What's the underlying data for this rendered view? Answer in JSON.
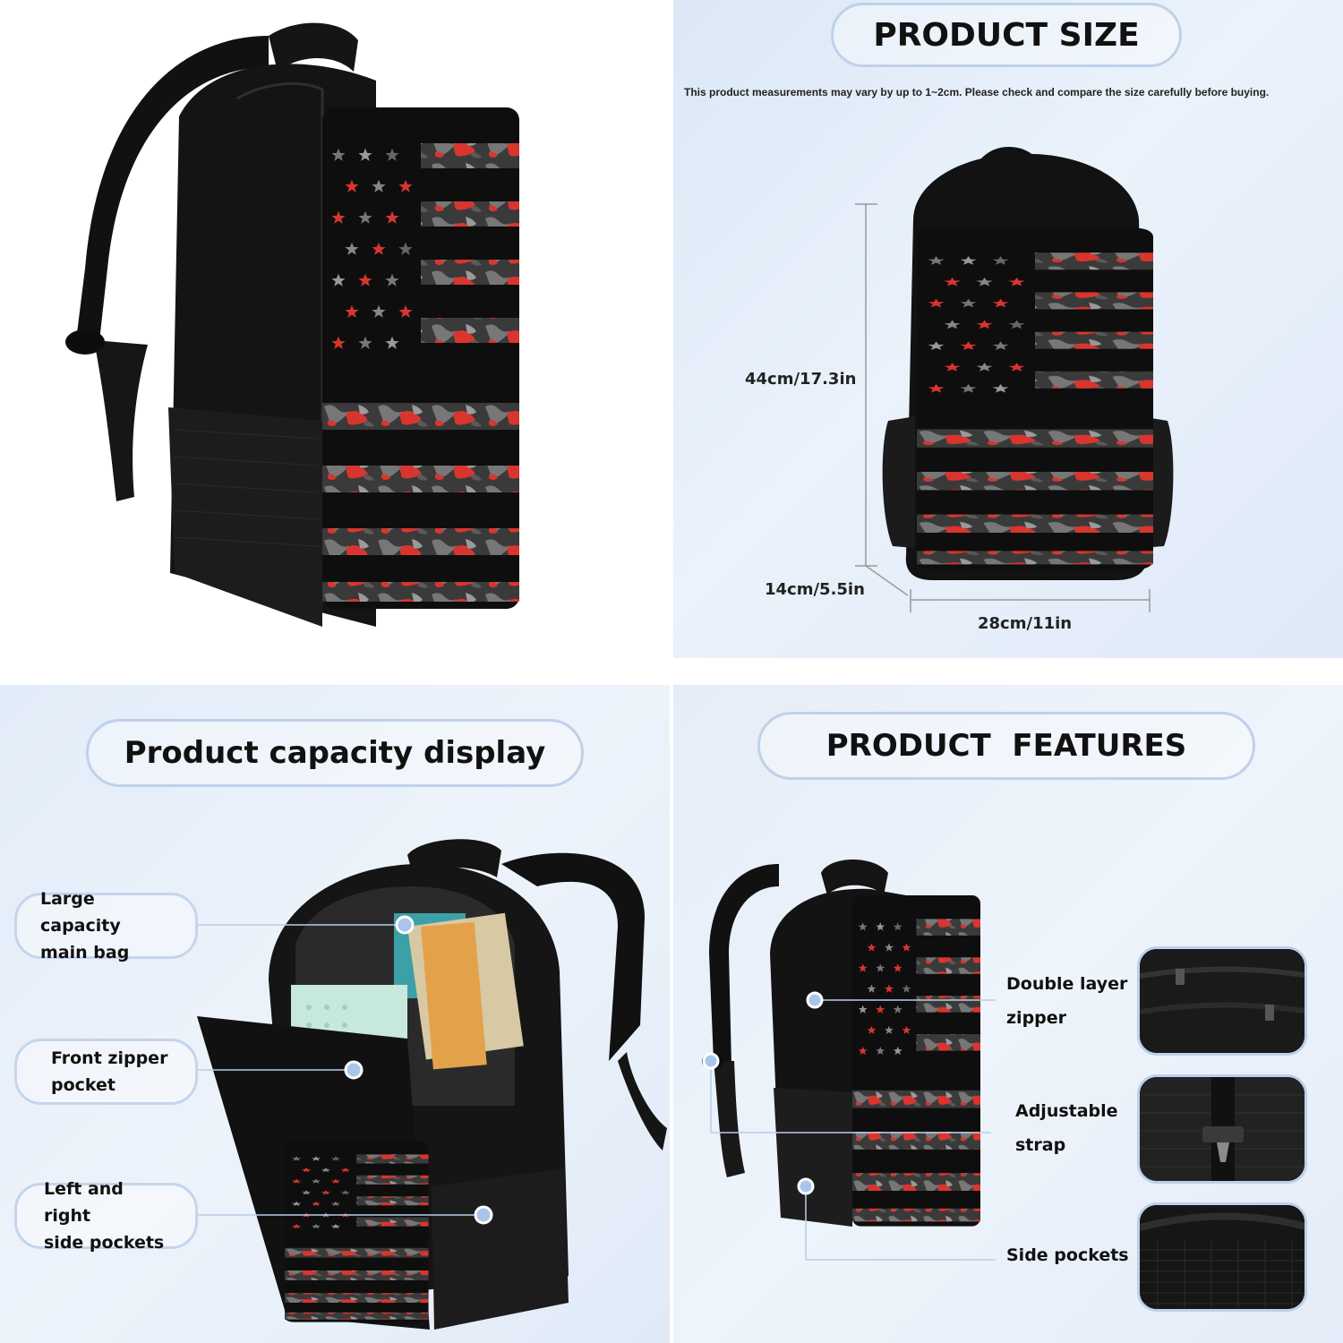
{
  "size_panel": {
    "title": "PRODUCT SIZE",
    "note": "This product measurements may vary by up to 1~2cm. Please check and compare the size carefully before buying.",
    "height_label": "44cm/17.3in",
    "depth_label": "14cm/5.5in",
    "width_label": "28cm/11in"
  },
  "capacity_panel": {
    "title": "Product capacity display",
    "labels": [
      {
        "line1": "Large capacity",
        "line2": "main bag"
      },
      {
        "line1": "Front zipper",
        "line2": "pocket"
      },
      {
        "line1": "Left and right",
        "line2": "side pockets"
      }
    ]
  },
  "features_panel": {
    "title": "PRODUCT  FEATURES",
    "features": [
      {
        "line1": "Double layer",
        "line2": "zipper"
      },
      {
        "line1": "Adjustable",
        "line2": "strap"
      },
      {
        "line1": "Side pockets",
        "line2": ""
      }
    ]
  },
  "colors": {
    "bag": "#111111",
    "accent_red": "#d9352f",
    "camo_gray": "#6e6e6e",
    "pill_border": "#bfd1ea",
    "dot_blue": "#a9c6ea"
  }
}
